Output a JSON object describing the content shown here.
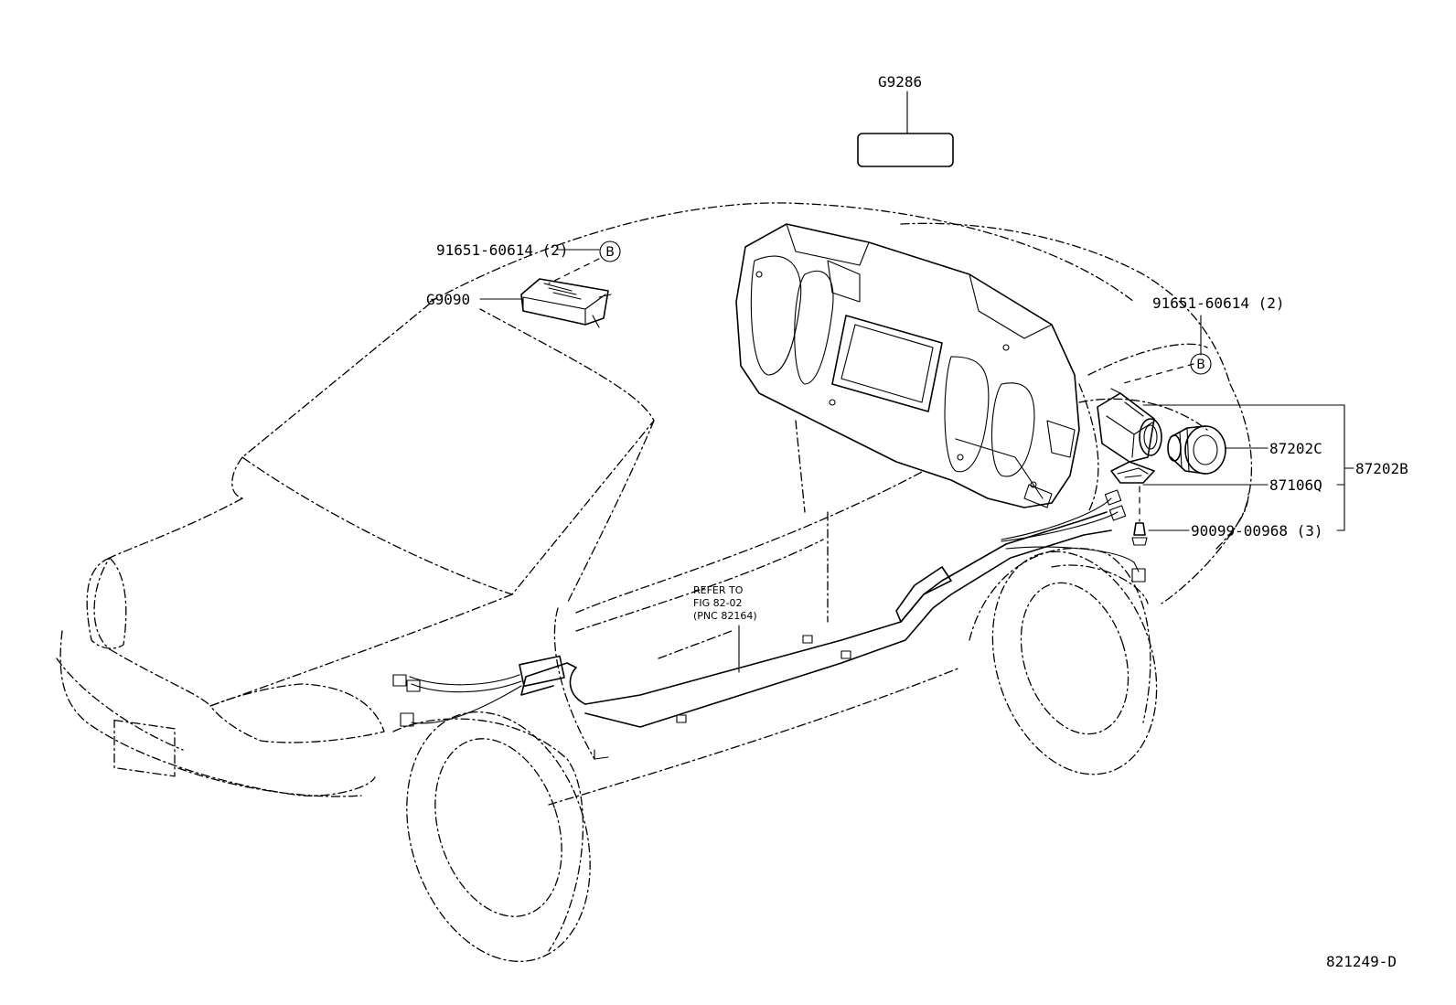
{
  "labels": {
    "g9286": "G9286",
    "g9090": "G9090",
    "screw_left": "91651-60614 (2)",
    "screw_right": "91651-60614 (2)",
    "part_87202c": "87202C",
    "part_87202b": "87202B",
    "part_87106q": "87106Q",
    "clip": "90099-00968 (3)",
    "circle_b_left": "B",
    "circle_b_right": "B",
    "refer_line1": "REFER TO",
    "refer_line2": "FIG 82-02",
    "refer_line3": "(PNC 82164)",
    "figure_id": "821249-D"
  }
}
